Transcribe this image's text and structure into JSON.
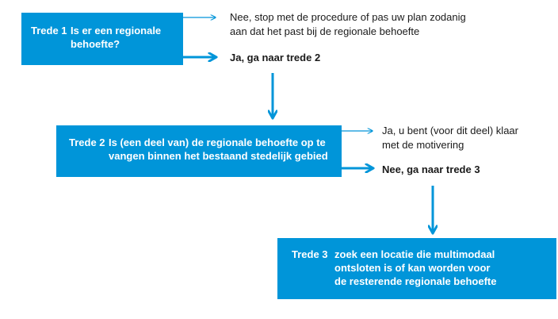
{
  "accent_color": "#0095d9",
  "steps": [
    {
      "label": "Trede 1",
      "question_lines": [
        "Is er een regionale",
        "behoefte?"
      ],
      "no_lines": [
        "Nee, stop met de procedure of pas uw plan zodanig",
        "aan dat het past bij de regionale behoefte"
      ],
      "yes_text": "Ja, ga naar trede 2"
    },
    {
      "label": "Trede 2",
      "question_lines": [
        "Is (een deel van) de regionale behoefte op te",
        "vangen binnen het bestaand stedelijk gebied"
      ],
      "yes_lines": [
        "Ja, u bent (voor dit deel) klaar",
        "met de motivering"
      ],
      "no_text": "Nee, ga naar trede 3"
    },
    {
      "label": "Trede 3",
      "question_lines": [
        "zoek een locatie die multimodaal",
        "ontsloten is of kan worden voor",
        "de resterende regionale behoefte"
      ]
    }
  ]
}
